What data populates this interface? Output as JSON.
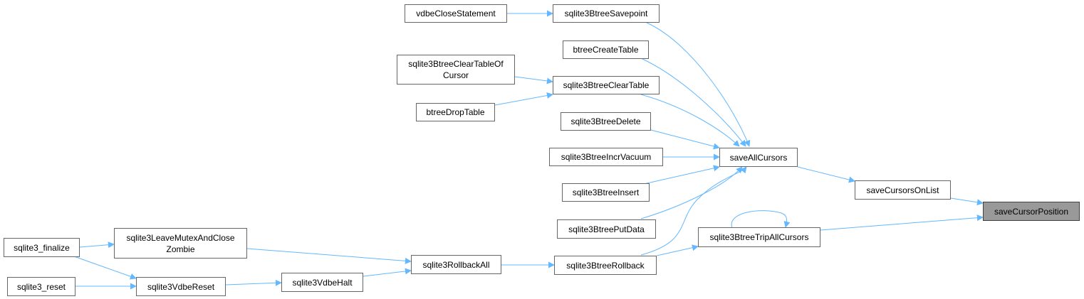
{
  "graph": {
    "edge_color": "#63b8ff",
    "highlight_fill": "#999999",
    "nodes": {
      "vdbeCloseStatement": "vdbeCloseStatement",
      "sqlite3BtreeSavepoint": "sqlite3BtreeSavepoint",
      "btreeCreateTable": "btreeCreateTable",
      "sqlite3BtreeClearTableOfCursor": "sqlite3BtreeClearTableOf\nCursor",
      "sqlite3BtreeClearTable": "sqlite3BtreeClearTable",
      "btreeDropTable": "btreeDropTable",
      "sqlite3BtreeDelete": "sqlite3BtreeDelete",
      "sqlite3BtreeIncrVacuum": "sqlite3BtreeIncrVacuum",
      "saveAllCursors": "saveAllCursors",
      "sqlite3BtreeInsert": "sqlite3BtreeInsert",
      "saveCursorsOnList": "saveCursorsOnList",
      "saveCursorPosition": "saveCursorPosition",
      "sqlite3BtreePutData": "sqlite3BtreePutData",
      "sqlite3BtreeTripAllCursors": "sqlite3BtreeTripAllCursors",
      "sqlite3_finalize": "sqlite3_finalize",
      "sqlite3LeaveMutexAndCloseZombie": "sqlite3LeaveMutexAndClose\nZombie",
      "sqlite3RollbackAll": "sqlite3RollbackAll",
      "sqlite3BtreeRollback": "sqlite3BtreeRollback",
      "sqlite3_reset": "sqlite3_reset",
      "sqlite3VdbeReset": "sqlite3VdbeReset",
      "sqlite3VdbeHalt": "sqlite3VdbeHalt"
    }
  }
}
